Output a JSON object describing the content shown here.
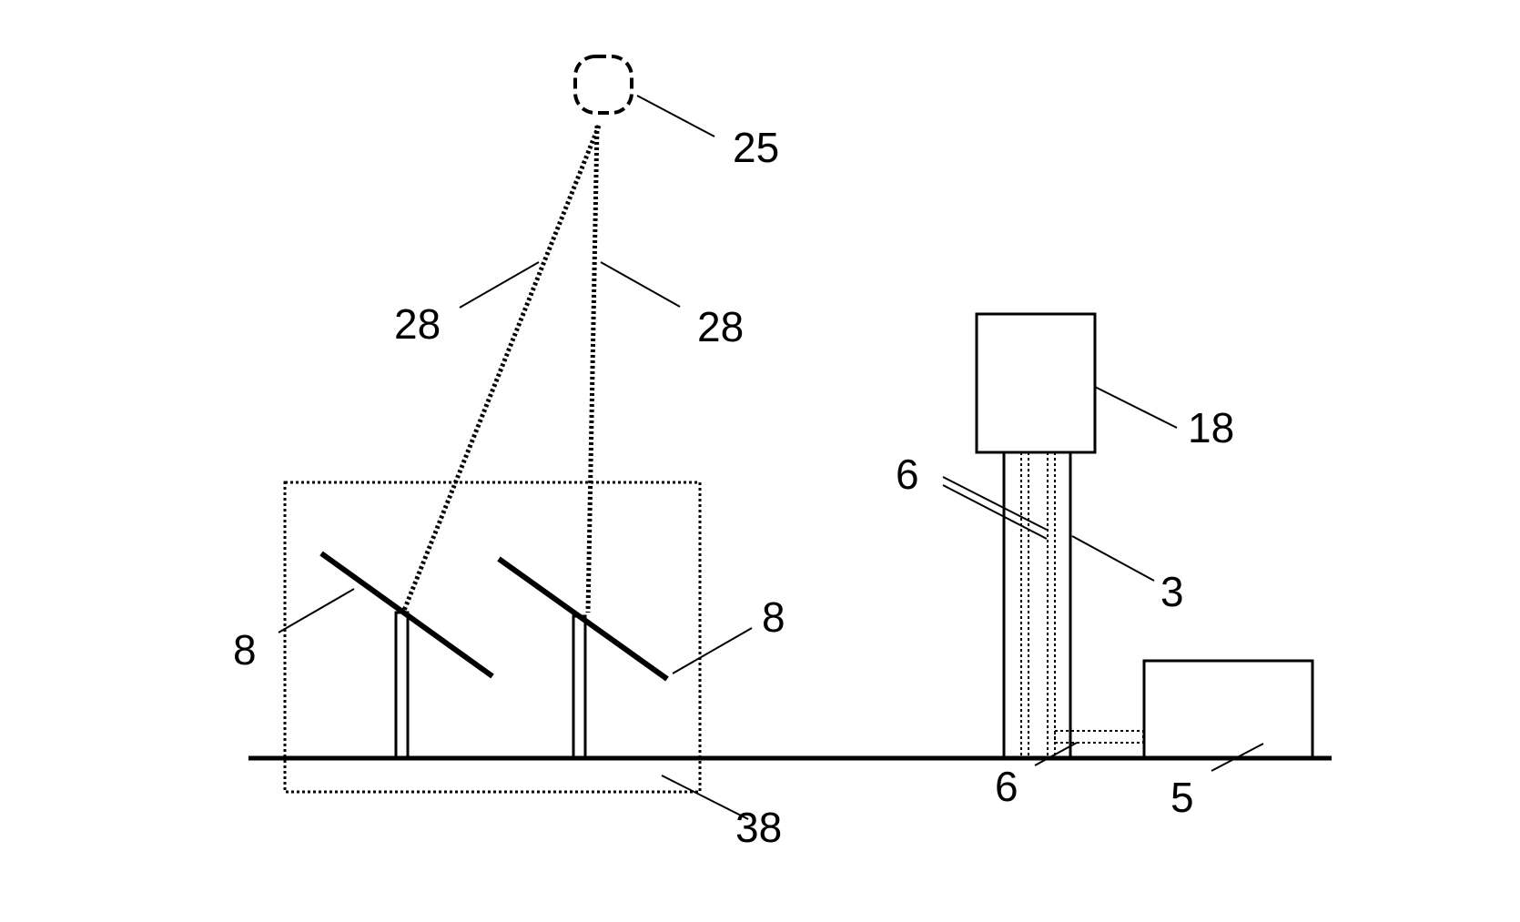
{
  "labels": {
    "sun": "25",
    "ray_left": "28",
    "ray_right": "28",
    "heliostat_left": "8",
    "heliostat_right": "8",
    "field": "38",
    "receiver": "18",
    "pipes_upper": "6",
    "tower": "3",
    "pipes_lower": "6",
    "storage": "5"
  },
  "colors": {
    "ink": "#000000",
    "background": "#ffffff"
  }
}
